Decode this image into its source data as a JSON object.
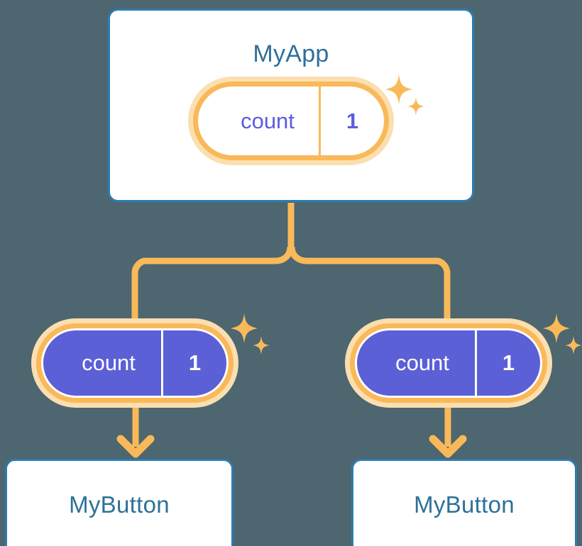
{
  "theme": {
    "background": "#4d6670",
    "card_bg": "#ffffff",
    "card_border": "#2e7cb0",
    "title_color": "#2e7099",
    "ring_outer": "#fbdfb0",
    "ring_inner": "#f9b959",
    "pill_fill_purple": "#5b60d6",
    "pill_text_indigo": "#5c5ce0",
    "pill_text_white": "#ffffff",
    "connector": "#f9b959"
  },
  "diagram": {
    "type": "component-tree",
    "root": {
      "name": "root-card",
      "title": "MyApp",
      "state": {
        "key": "count",
        "value": "1",
        "style": "white-pill"
      },
      "sparkle": "sparkles-icon"
    },
    "children": [
      {
        "name": "child-left",
        "state": {
          "key": "count",
          "value": "1",
          "style": "purple-pill"
        },
        "sparkle": "sparkles-icon",
        "arrow": "arrow-down-icon",
        "card": {
          "title": "MyButton"
        }
      },
      {
        "name": "child-right",
        "state": {
          "key": "count",
          "value": "1",
          "style": "purple-pill"
        },
        "sparkle": "sparkles-icon",
        "arrow": "arrow-down-icon",
        "card": {
          "title": "MyButton"
        }
      }
    ]
  }
}
